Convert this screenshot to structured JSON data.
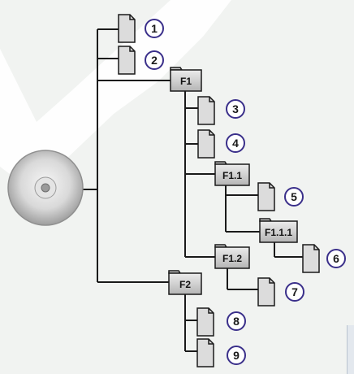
{
  "folders": {
    "f1": "F1",
    "f1_1": "F1.1",
    "f1_1_1": "F1.1.1",
    "f1_2": "F1.2",
    "f2": "F2"
  },
  "markers": [
    "1",
    "2",
    "3",
    "4",
    "5",
    "6",
    "7",
    "8",
    "9"
  ],
  "colors": {
    "background": "#f1f3f1",
    "line": "#1a1a1a",
    "folder_fill": "#cfcfcf",
    "page_fill": "#dcdcdc",
    "marker_ring": "#3a2f8a",
    "disc_rim": "#a9a9a9"
  }
}
